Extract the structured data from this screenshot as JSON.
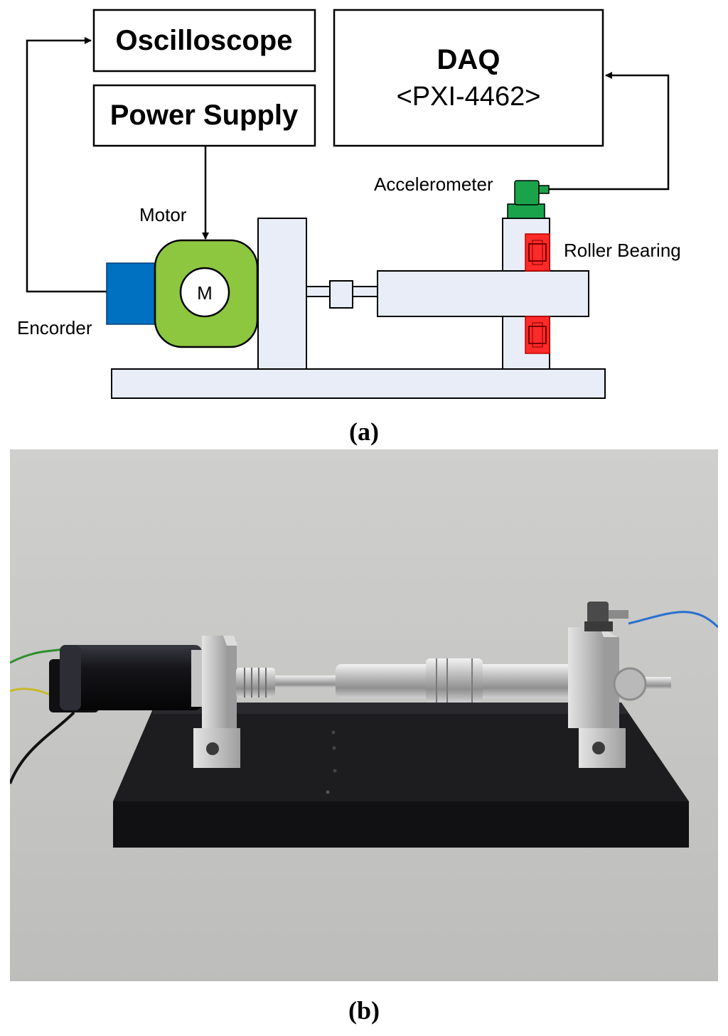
{
  "diagram": {
    "boxes": {
      "oscilloscope": "Oscilloscope",
      "power_supply": "Power Supply",
      "daq_title": "DAQ",
      "daq_model": "<PXI-4462>"
    },
    "labels": {
      "motor": "Motor",
      "motor_symbol": "M",
      "encoder": "Encorder",
      "accelerometer": "Accelerometer",
      "roller_bearing": "Roller Bearing"
    },
    "colors": {
      "motor": "#8dc63f",
      "encoder": "#0070c0",
      "accelerometer": "#1aa34a",
      "bearing": "#ff2a2a",
      "frame": "#e8edf7",
      "line": "#000000"
    }
  },
  "captions": {
    "a": "(a)",
    "b": "(b)"
  },
  "photo": {
    "description_icon": "test-rig-photo"
  }
}
